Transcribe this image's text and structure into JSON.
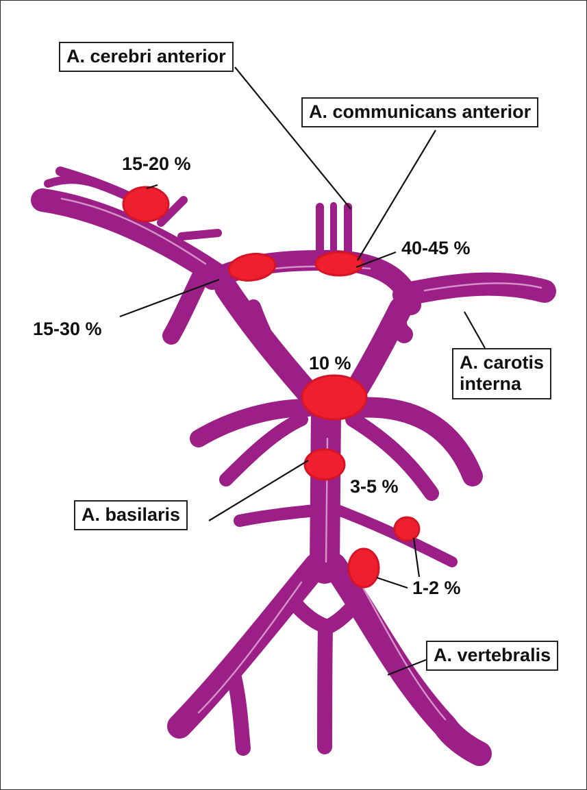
{
  "labels": {
    "cerebri_anterior": "A. cerebri anterior",
    "communicans_anterior": "A. communicans anterior",
    "carotis_interna_line1": "A. carotis",
    "carotis_interna_line2": "interna",
    "basilaris": "A. basilaris",
    "vertebralis": "A. vertebralis"
  },
  "aneurysm_frequencies": {
    "middle_cerebral_branch": "15-20 %",
    "communicans_anterior": "40-45 %",
    "communicans_posterior_region": "15-30 %",
    "basilar_tip": "10 %",
    "basilar_trunk": "3-5 %",
    "vertebral_branches": "1-2 %"
  },
  "colors": {
    "vessel": "#9b1f86",
    "aneurysm": "#ee1f2f",
    "frame": "#2a2a2a",
    "text": "#111111"
  }
}
